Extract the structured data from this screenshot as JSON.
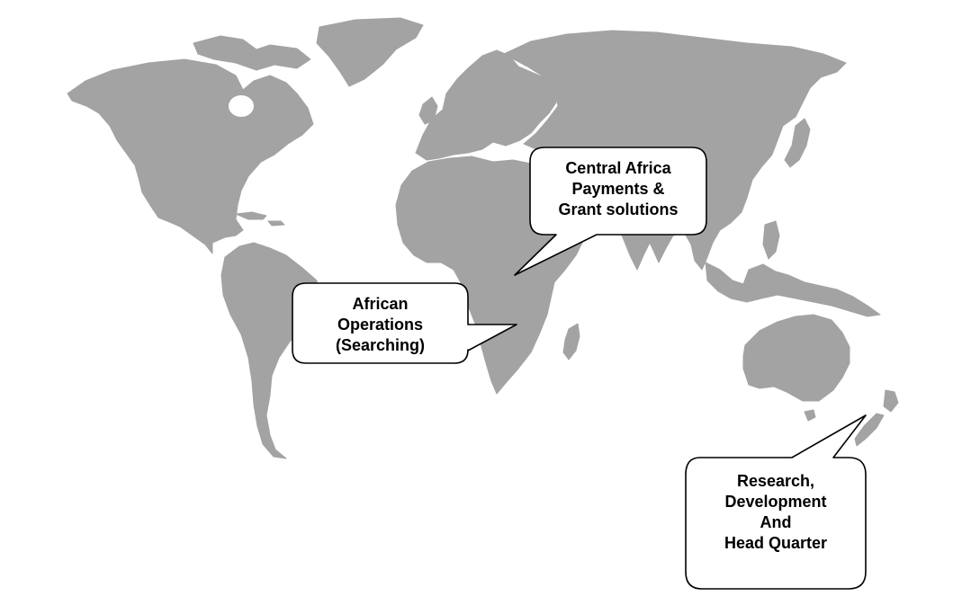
{
  "map": {
    "fill_color": "#a3a3a3",
    "background_color": "#ffffff",
    "regions": [
      "north-america",
      "greenland",
      "south-america",
      "europe",
      "asia",
      "africa",
      "australia",
      "indonesia",
      "japan",
      "madagascar",
      "new-zealand"
    ]
  },
  "callouts": {
    "central_africa": {
      "lines": [
        "Central Africa",
        "Payments &",
        "Grant solutions"
      ]
    },
    "african_operations": {
      "lines": [
        "African",
        "Operations",
        "(Searching)"
      ]
    },
    "research": {
      "lines": [
        "Research,",
        "Development",
        "And",
        "Head Quarter"
      ]
    }
  }
}
